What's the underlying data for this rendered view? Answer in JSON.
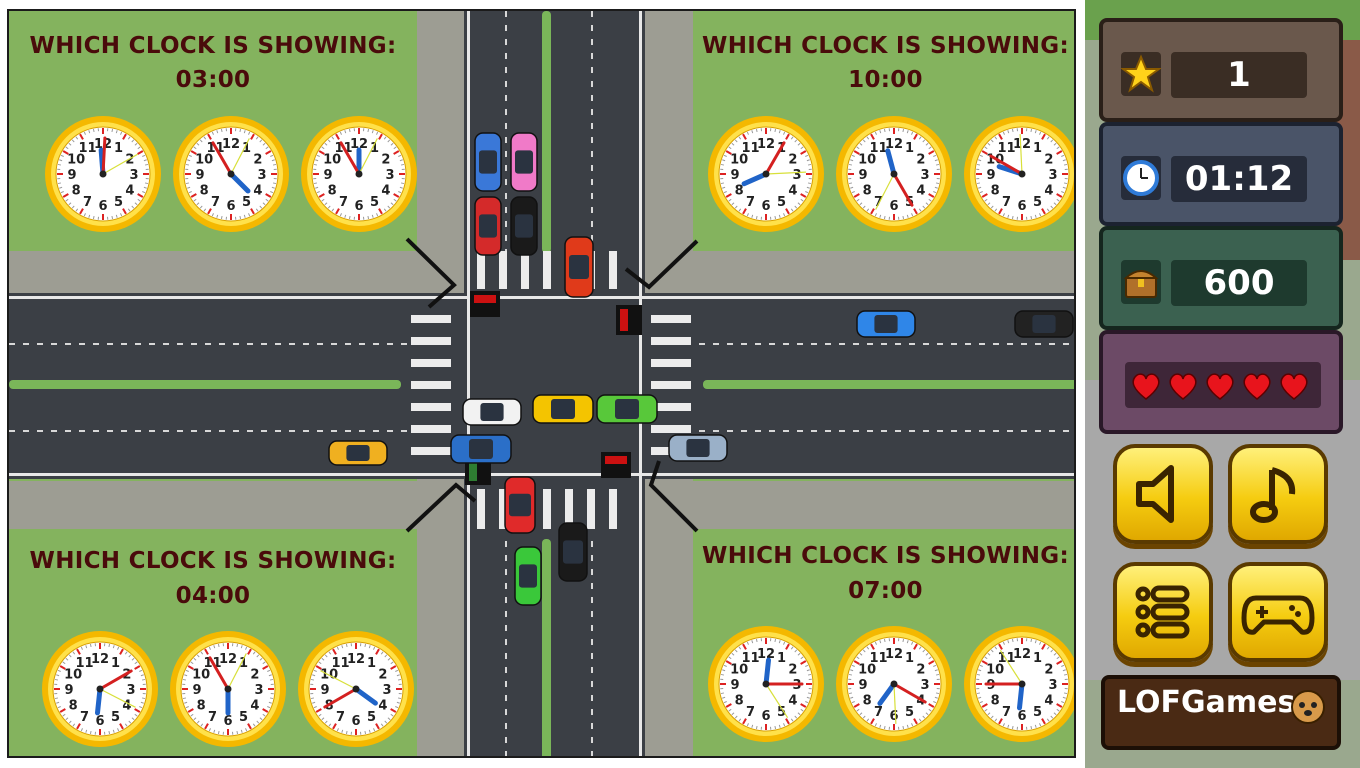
{
  "quadrants": [
    {
      "id": "top-left",
      "title": "WHICH CLOCK IS SHOWING:",
      "time": "03:00",
      "clocks": [
        {
          "h": -0.15,
          "m": 0.5
        },
        {
          "h": 4.5,
          "m": 55
        },
        {
          "h": 12,
          "m": 55
        }
      ]
    },
    {
      "id": "top-right",
      "title": "WHICH CLOCK IS SHOWING:",
      "time": "10:00",
      "clocks": [
        {
          "h": 8.2,
          "m": 5
        },
        {
          "h": 11.5,
          "m": 25
        },
        {
          "h": 9.6,
          "m": 50
        }
      ]
    },
    {
      "id": "bottom-left",
      "title": "WHICH CLOCK IS SHOWING:",
      "time": "04:00",
      "clocks": [
        {
          "h": 6.2,
          "m": 10
        },
        {
          "h": 6,
          "m": 55
        },
        {
          "h": 4.2,
          "m": 40
        }
      ]
    },
    {
      "id": "bottom-right",
      "title": "WHICH CLOCK IS SHOWING:",
      "time": "07:00",
      "clocks": [
        {
          "h": 12.2,
          "m": 15
        },
        {
          "h": 7.2,
          "m": 20
        },
        {
          "h": 6.2,
          "m": 45
        }
      ]
    }
  ],
  "hud": {
    "stars": "1",
    "timer": "01:12",
    "coins": "600",
    "lives": 5
  },
  "clock_numbers": [
    "12",
    "1",
    "2",
    "3",
    "4",
    "5",
    "6",
    "7",
    "8",
    "9",
    "10",
    "11"
  ],
  "buttons": {
    "sound": "speaker-icon",
    "music": "music-note-icon",
    "menu": "menu-list-icon",
    "games": "gamepad-icon"
  },
  "logo": {
    "text": "LOFGames"
  },
  "colors": {
    "grass": "#84b35e",
    "road": "#3b3f45",
    "title": "#4a0b0b",
    "heart": "#e8141c",
    "button_yellow": "#f5cc10"
  }
}
